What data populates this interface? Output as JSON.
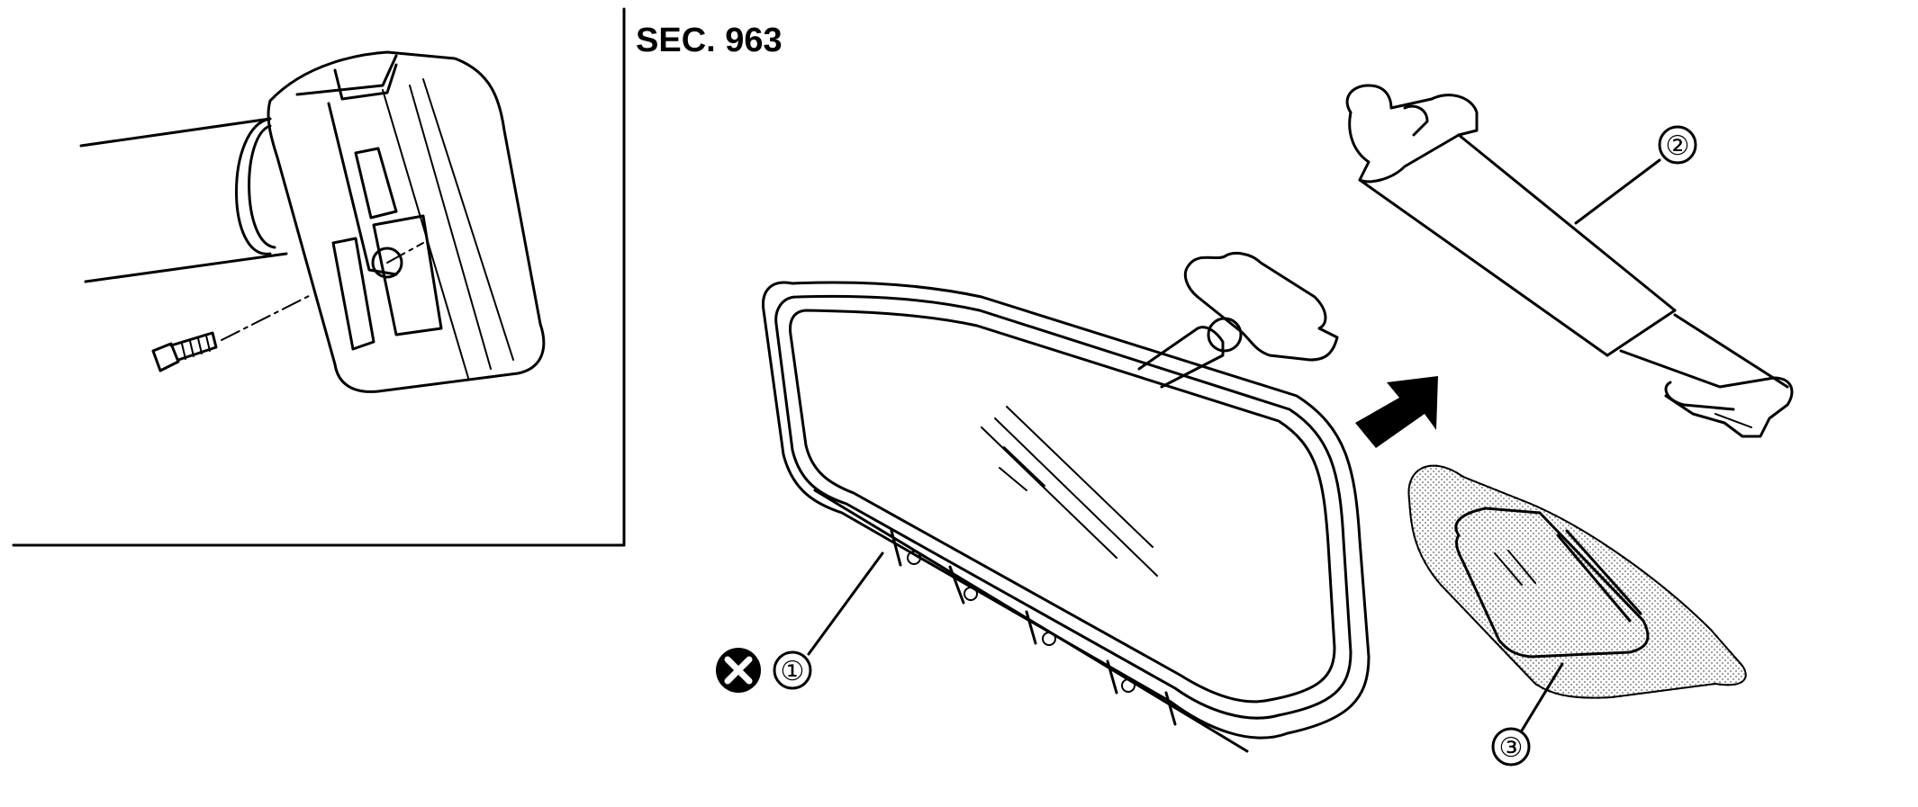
{
  "section_label": "SEC. 963",
  "callouts": {
    "item1": "①",
    "item2": "②",
    "item3": "③"
  },
  "icons": {
    "do_not_reuse": "circled-x-icon",
    "direction": "arrow-icon"
  },
  "colors": {
    "line": "#000000",
    "background": "#ffffff",
    "stipple": "#9a9a9a"
  }
}
